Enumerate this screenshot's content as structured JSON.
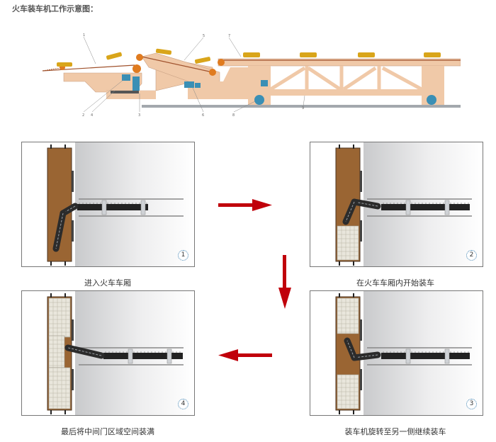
{
  "page": {
    "title": "火车装车机工作示意图："
  },
  "overview_diagram": {
    "description": "train loader side elevation",
    "callouts": [
      "1",
      "2",
      "3",
      "4",
      "5",
      "6",
      "7",
      "8",
      "9"
    ],
    "colors": {
      "frame": "#f0c9a8",
      "roller": "#c8860a",
      "motor": "#3a8fb5",
      "belt": "#a0522d",
      "rail": "#9aa0a6"
    }
  },
  "steps": [
    {
      "number": "1",
      "caption": "进入火车车厢"
    },
    {
      "number": "2",
      "caption": "在火车车厢内开始装车"
    },
    {
      "number": "3",
      "caption": "装车机旋转至另一侧继续装车"
    },
    {
      "number": "4",
      "caption": "最后将中间门区域空间装满"
    }
  ],
  "flow_arrows": {
    "color": "#c0000b",
    "directions": [
      "right",
      "down",
      "left"
    ]
  }
}
